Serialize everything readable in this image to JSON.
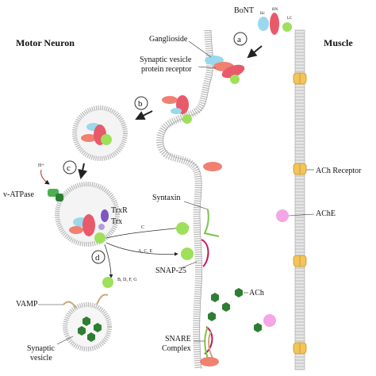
{
  "regions": {
    "motor_neuron": "Motor Neuron",
    "muscle": "Muscle"
  },
  "steps": {
    "a": "a",
    "b": "b",
    "c": "c",
    "d": "d"
  },
  "toxin": {
    "name": "BoNT",
    "hc": "Hc",
    "hn": "HN",
    "lc": "LC"
  },
  "labels": {
    "ganglioside": "Ganglioside",
    "sv_receptor_line1": "Synaptic vesicle",
    "sv_receptor_line2": "protein receptor",
    "v_atpase": "v-ATPase",
    "proton": "H+",
    "trxr": "TrxR",
    "trx": "Trx",
    "syntaxin": "Syntaxin",
    "snap25": "SNAP-25",
    "vamp": "VAMP",
    "synaptic_vesicle_line1": "Synaptic",
    "synaptic_vesicle_line2": "vesicle",
    "snare_line1": "SNARE",
    "snare_line2": "Complex",
    "ach": "ACh",
    "ach_receptor": "ACh Receptor",
    "ache": "AChE"
  },
  "serotypes": {
    "syntaxin": "C",
    "snap25": "A, C, E",
    "vamp": "B, D, F, G"
  },
  "colors": {
    "membrane": "#c8c8c8",
    "membrane_edge": "#9a9a9a",
    "heavy_chain_binding": "#f08070",
    "translocation": "#e85a6a",
    "light_chain": "#9fe05a",
    "receptor_cyan": "#9ad8ec",
    "ach": "#2e7d32",
    "ache": "#f4a6e6",
    "ach_receptor": "#f2c45a",
    "trxr": "#7e57c2",
    "trx": "#b39ddb",
    "v_atpase": "#4caf50",
    "syntaxin": "#7cc34a",
    "snap25": "#c2185b",
    "vamp": "#c8a878"
  }
}
